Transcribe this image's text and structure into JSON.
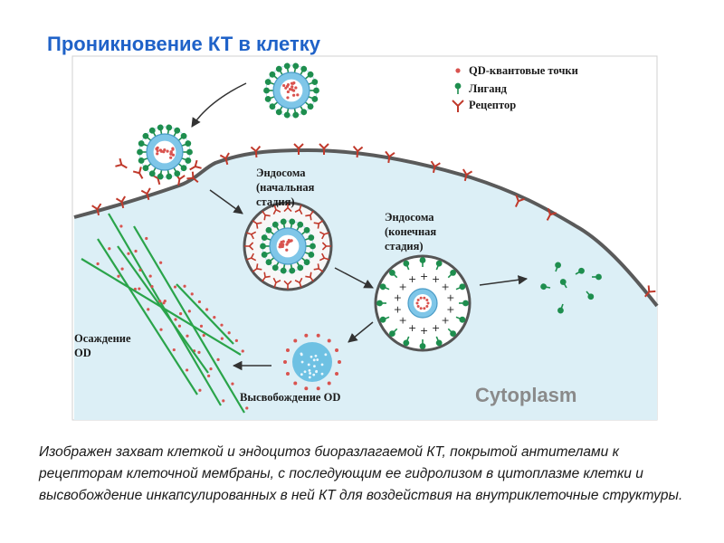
{
  "slide": {
    "title": "Проникновение КТ в клетку",
    "caption": "Изображен захват клеткой и эндоцитоз биоразлагаемой КТ, покрытой антителами к рецепторам клеточной мембраны, с последующим ее гидролизом в цитоплазме клетки и высвобождение инкапсулированных в ней КТ для воздействия на внутриклеточные структуры."
  },
  "diagram": {
    "legend": {
      "qd": "QD-квантовые точки",
      "ligand": "Лиганд",
      "receptor": "Рецептор"
    },
    "labels": {
      "endosome_early": [
        "Эндосома",
        "(начальная",
        "стадия)"
      ],
      "endosome_late": [
        "Эндосома",
        "(конечная",
        "стадия)"
      ],
      "deposition": [
        "Осаждение",
        "OD"
      ],
      "release": "Высвобождение OD",
      "cytoplasm": "Cytoplasm"
    }
  },
  "colors": {
    "title": "#1f62c8",
    "cytoplasm_fill": "#dceff6",
    "membrane": "#5a5a5a",
    "receptor": "#c0392b",
    "ligand": "#1e8e4e",
    "qd_dot": "#d9534f",
    "nanoparticle_core": "#7fc6e8",
    "fibre": "#2aa44a",
    "free_qd": "#5bb8df"
  }
}
